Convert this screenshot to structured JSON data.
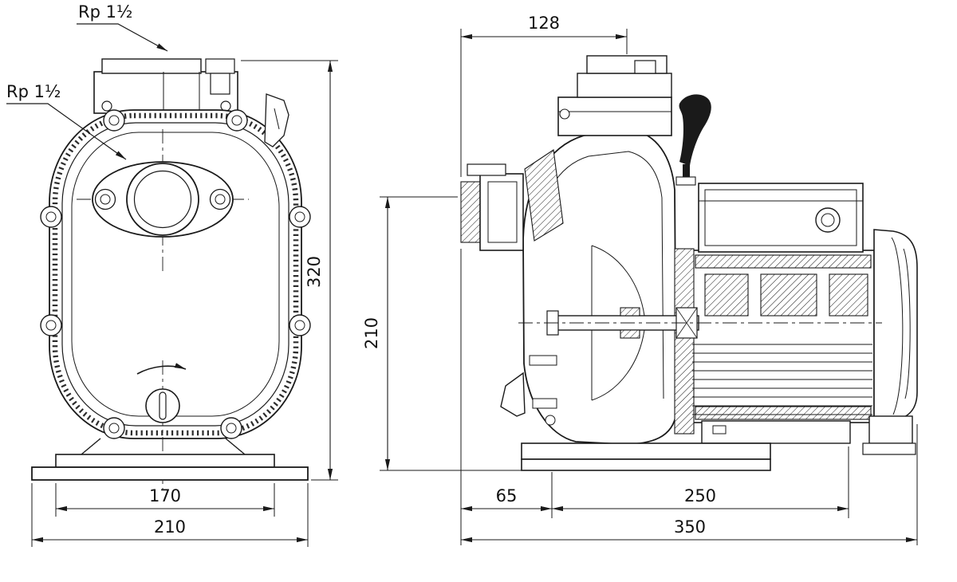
{
  "colors": {
    "background": "#ffffff",
    "line": "#1a1a1a"
  },
  "labels": {
    "top_port": "Rp 1½",
    "inlet_port": "Rp 1½"
  },
  "front_view": {
    "dim_height": "320",
    "dim_base_inner": "170",
    "dim_base_outer": "210"
  },
  "side_view": {
    "dim_top_width": "128",
    "dim_axis_height": "210",
    "dim_front_offset": "65",
    "dim_mid_length": "250",
    "dim_total_length": "350"
  }
}
